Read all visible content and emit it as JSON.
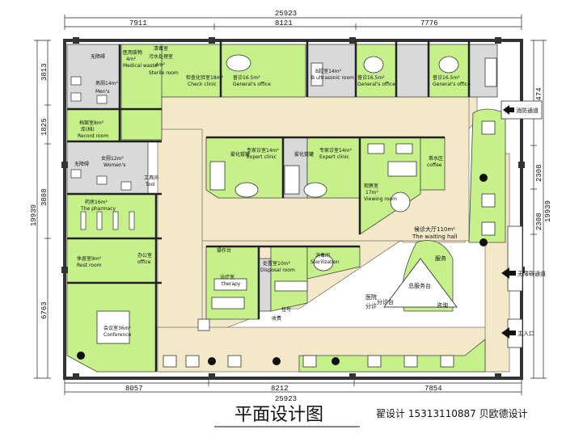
{
  "drawing": {
    "title": "平面设计图",
    "designer_credit": "翟设计 15313110887 贝欧德设计"
  },
  "dimensions": {
    "top_total": "25923",
    "top_left": "7911",
    "top_mid": "8121",
    "top_right": "7776",
    "bottom_total": "25923",
    "bottom_left": "8057",
    "bottom_mid": "8212",
    "bottom_right": "7854",
    "left_total": "19939",
    "left_1": "3813",
    "left_2": "1825",
    "left_3": "3888",
    "left_4": "6763",
    "right_1": "5474",
    "right_2": "2308",
    "right_3": "2308",
    "right_total": "19939"
  },
  "rooms": {
    "toilet_w": "无障碍",
    "toilet_m": "无障碍",
    "mens": "男厕14m²",
    "mens_en": "Men's",
    "medical_waste": "医用废物",
    "medical_waste_area": "4m²",
    "medical_waste_en": "Medical waste",
    "sterile": "清毒室",
    "sterile_2": "污水处理室",
    "sterile_area": "4m²",
    "sterile_en": "Sterile room",
    "checkup": "检查化验室18m²",
    "checkup_en": "Check clinic",
    "gp1": "普诊16.5m²",
    "gp1_en": "General's office",
    "b_ultra": "B超室14m²",
    "b_ultra_en": "B ultrasonic room",
    "gp2": "普诊16.5m²",
    "gp2_en": "General's office",
    "gp3": "普诊16.5m²",
    "gp3_en": "General's office",
    "record": "档案室8m²",
    "record_2": "库(档)",
    "record_en": "Record room",
    "womens": "女厕12m²",
    "womens_en": "Women's",
    "tool": "工具间",
    "tool_en": "Tool",
    "pharmacy": "药房16m²",
    "pharmacy_en": "The pharmacy",
    "office": "办公室",
    "office_en": "office",
    "rest": "休息室9m²",
    "rest_en": "Rest room",
    "meeting": "会议室36m²",
    "meeting_en": "Conference",
    "expert1": "专家诊室14m²",
    "expert1_en": "Expert clinic",
    "expert2": "专家诊室14m²",
    "expert2_en": "Expert clinic",
    "viewing": "观察室",
    "viewing_area": "17m²",
    "viewing_en": "Viewing room",
    "tea": "茶水区",
    "tea_en": "coffee",
    "waiting": "候诊大厅110m²",
    "waiting_en": "The waiting hall",
    "therapy": "治疗室",
    "therapy_en": "therapy",
    "disposal": "处置室10m²",
    "disposal_en": "Disposal room",
    "sterilize": "消毒间",
    "sterilize_en": "Sterilization",
    "operating": "操作台",
    "service_label": "服务",
    "general_service": "总服务台",
    "consult": "咨询",
    "triage_1": "医院",
    "triage_2": "分诊",
    "triage_3": "分诊台",
    "reception": "挂号",
    "cashier": "收费"
  },
  "decor": {
    "atomize": "雾化拔罐",
    "atomize_2": "雾化拔罐"
  },
  "entrances": {
    "fire": "消防通道",
    "accessible": "无障碍通道",
    "main": "主入口"
  },
  "colors": {
    "green": "#c5f08a",
    "tan": "#f3e9c8",
    "gray": "#d9d9d9",
    "wall": "#333333"
  }
}
